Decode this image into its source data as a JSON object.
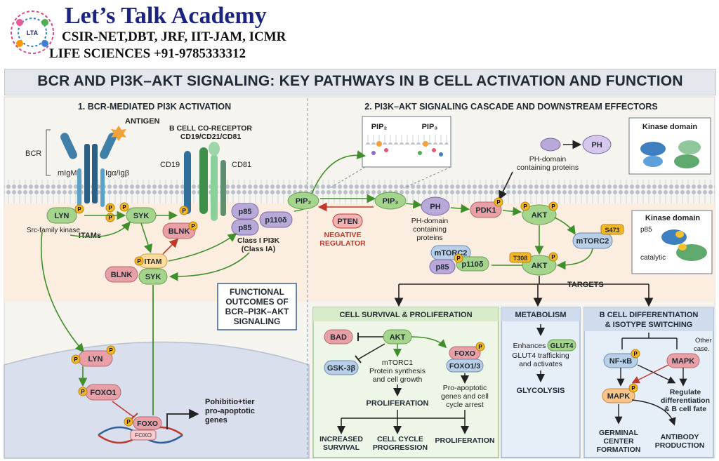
{
  "header": {
    "academy_name": "Let’s Talk Academy",
    "exams": "CSIR-NET,DBT, JRF, IIT-JAM, ICMR",
    "subject_phone": "LIFE SCIENCES   +91-9785333312",
    "logo_text": "LTA"
  },
  "title": "BCR AND PI3K–AKT SIGNALING: KEY PATHWAYS IN B CELL ACTIVATION AND FUNCTION",
  "left": {
    "section_title": "1. BCR-MEDIATED PI3K ACTIVATION",
    "antigen": "ANTIGEN",
    "bcr": "BCR",
    "migm": "mIgM",
    "iga": "Igα/Igβ",
    "coreceptor_l1": "B CELL CO-RECEPTOR",
    "coreceptor_l2": "CD19/CD21/CD81",
    "cd19": "CD19",
    "cd81": "CD81",
    "lyn": "LYN",
    "src": "Src-family kinase",
    "itams": "ITAMs",
    "syk": "SYK",
    "blnk": "BLNK",
    "p85": "p85",
    "p110": "p110δ",
    "pi3k_l1": "Class I PI3K",
    "pi3k_l2": "(Class IA)",
    "itam": "ITAM",
    "outcomes": [
      "FUNCTIONAL",
      "OUTCOMES OF",
      "BCR–PI3K–AKT",
      "SIGNALING"
    ],
    "lyn2": "LYN",
    "foxo1": "FOXO1",
    "foxo": "FOXO",
    "foxo_small": "FOXO",
    "genes": [
      "Pohibitio+tier",
      "pro-apoptotic",
      "genes"
    ],
    "p": "P"
  },
  "right": {
    "section_title": "2. PI3K–AKT SIGNALING CASCADE AND DOWNSTREAM EFFECTORS",
    "pip2": "PIP₂",
    "pip3": "PIP₃",
    "ph": "PH",
    "ph_proteins": [
      "PH-domain",
      "containing proteins"
    ],
    "kinase_domain": "Kinase domain",
    "pten": "PTEN",
    "neg_reg": [
      "NEGATIVE",
      "REGULATOR"
    ],
    "ph_label": [
      "PH-domain",
      "containing",
      "proteins"
    ],
    "pdk1": "PDK1",
    "akt": "AKT",
    "mtorc2": "mTORC2",
    "s473": "S473",
    "t308": "T308",
    "kinase2": "Kinase domain",
    "p85": "p85",
    "catalytic": "catalytic",
    "p110": "p110δ",
    "targets": "TARGETS"
  },
  "panels": {
    "survival": {
      "title": "CELL SURVIVAL & PROLIFERATION",
      "bad": "BAD",
      "akt": "AKT",
      "gsk": "GSK-3β",
      "foxo": "FOXO",
      "foxo13": "FOXO1/3",
      "mtorc1": [
        "mTORC1",
        "Protein synthesis",
        "and cell growth"
      ],
      "pro_apop": [
        "Pro-apoptotic",
        "genes and cell",
        "cycle arrest"
      ],
      "prolif": "PROLIFERATION",
      "out1": [
        "INCREASED",
        "SURVIVAL"
      ],
      "out2": [
        "CELL CYCLE",
        "PROGRESSION"
      ],
      "out3": "PROLIFERATION"
    },
    "metabolism": {
      "title": "METABOLISM",
      "enhances": "Enhances",
      "glut4": "GLUT4",
      "desc": [
        "GLUT4 trafficking",
        "and activates"
      ],
      "glycolysis": "GLYCOLYSIS"
    },
    "differentiation": {
      "title": [
        "B CELL DIFFERENTIATION",
        "& ISOTYPE SWITCHING"
      ],
      "nfkb": "NF-κB",
      "mapk": "MAPK",
      "other": [
        "Other",
        "case."
      ],
      "mapk2": "MAPK",
      "regulate": [
        "Regulate",
        "differentiation",
        "& B cell fate"
      ],
      "out1": [
        "GERMINAL",
        "CENTER",
        "FORMATION"
      ],
      "out2": [
        "ANTIBODY",
        "PRODUCTION"
      ]
    }
  },
  "colors": {
    "green_pill": "#a5d58c",
    "purple_pill": "#b9a9d9",
    "pink_pill": "#e8a0a6",
    "p_badge": "#f2b626",
    "arrow_green": "#3f8f2a",
    "red": "#c0392b"
  }
}
